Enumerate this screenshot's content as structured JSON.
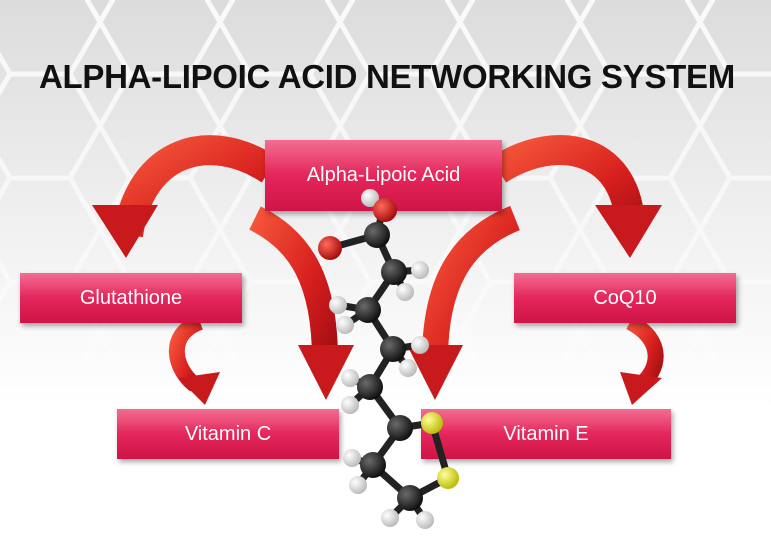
{
  "title": "ALPHA-LIPOIC ACID NETWORKING SYSTEM",
  "nodes": {
    "alpha_lipoic_acid": "Alpha-Lipoic Acid",
    "glutathione": "Glutathione",
    "coq10": "CoQ10",
    "vitamin_c": "Vitamin C",
    "vitamin_e": "Vitamin E"
  },
  "colors": {
    "box": "#e2245a",
    "arrow": "#d62a2a",
    "oxygen": "#d01818",
    "carbon": "#1a1a1a",
    "hydrogen": "#eeeeee",
    "sulfur": "#e0e020"
  },
  "connections": [
    {
      "from": "Alpha-Lipoic Acid",
      "to": "Glutathione"
    },
    {
      "from": "Alpha-Lipoic Acid",
      "to": "CoQ10"
    },
    {
      "from": "Alpha-Lipoic Acid",
      "to": "Vitamin C"
    },
    {
      "from": "Alpha-Lipoic Acid",
      "to": "Vitamin E"
    },
    {
      "from": "Glutathione",
      "to": "Vitamin C"
    },
    {
      "from": "CoQ10",
      "to": "Vitamin E"
    }
  ]
}
